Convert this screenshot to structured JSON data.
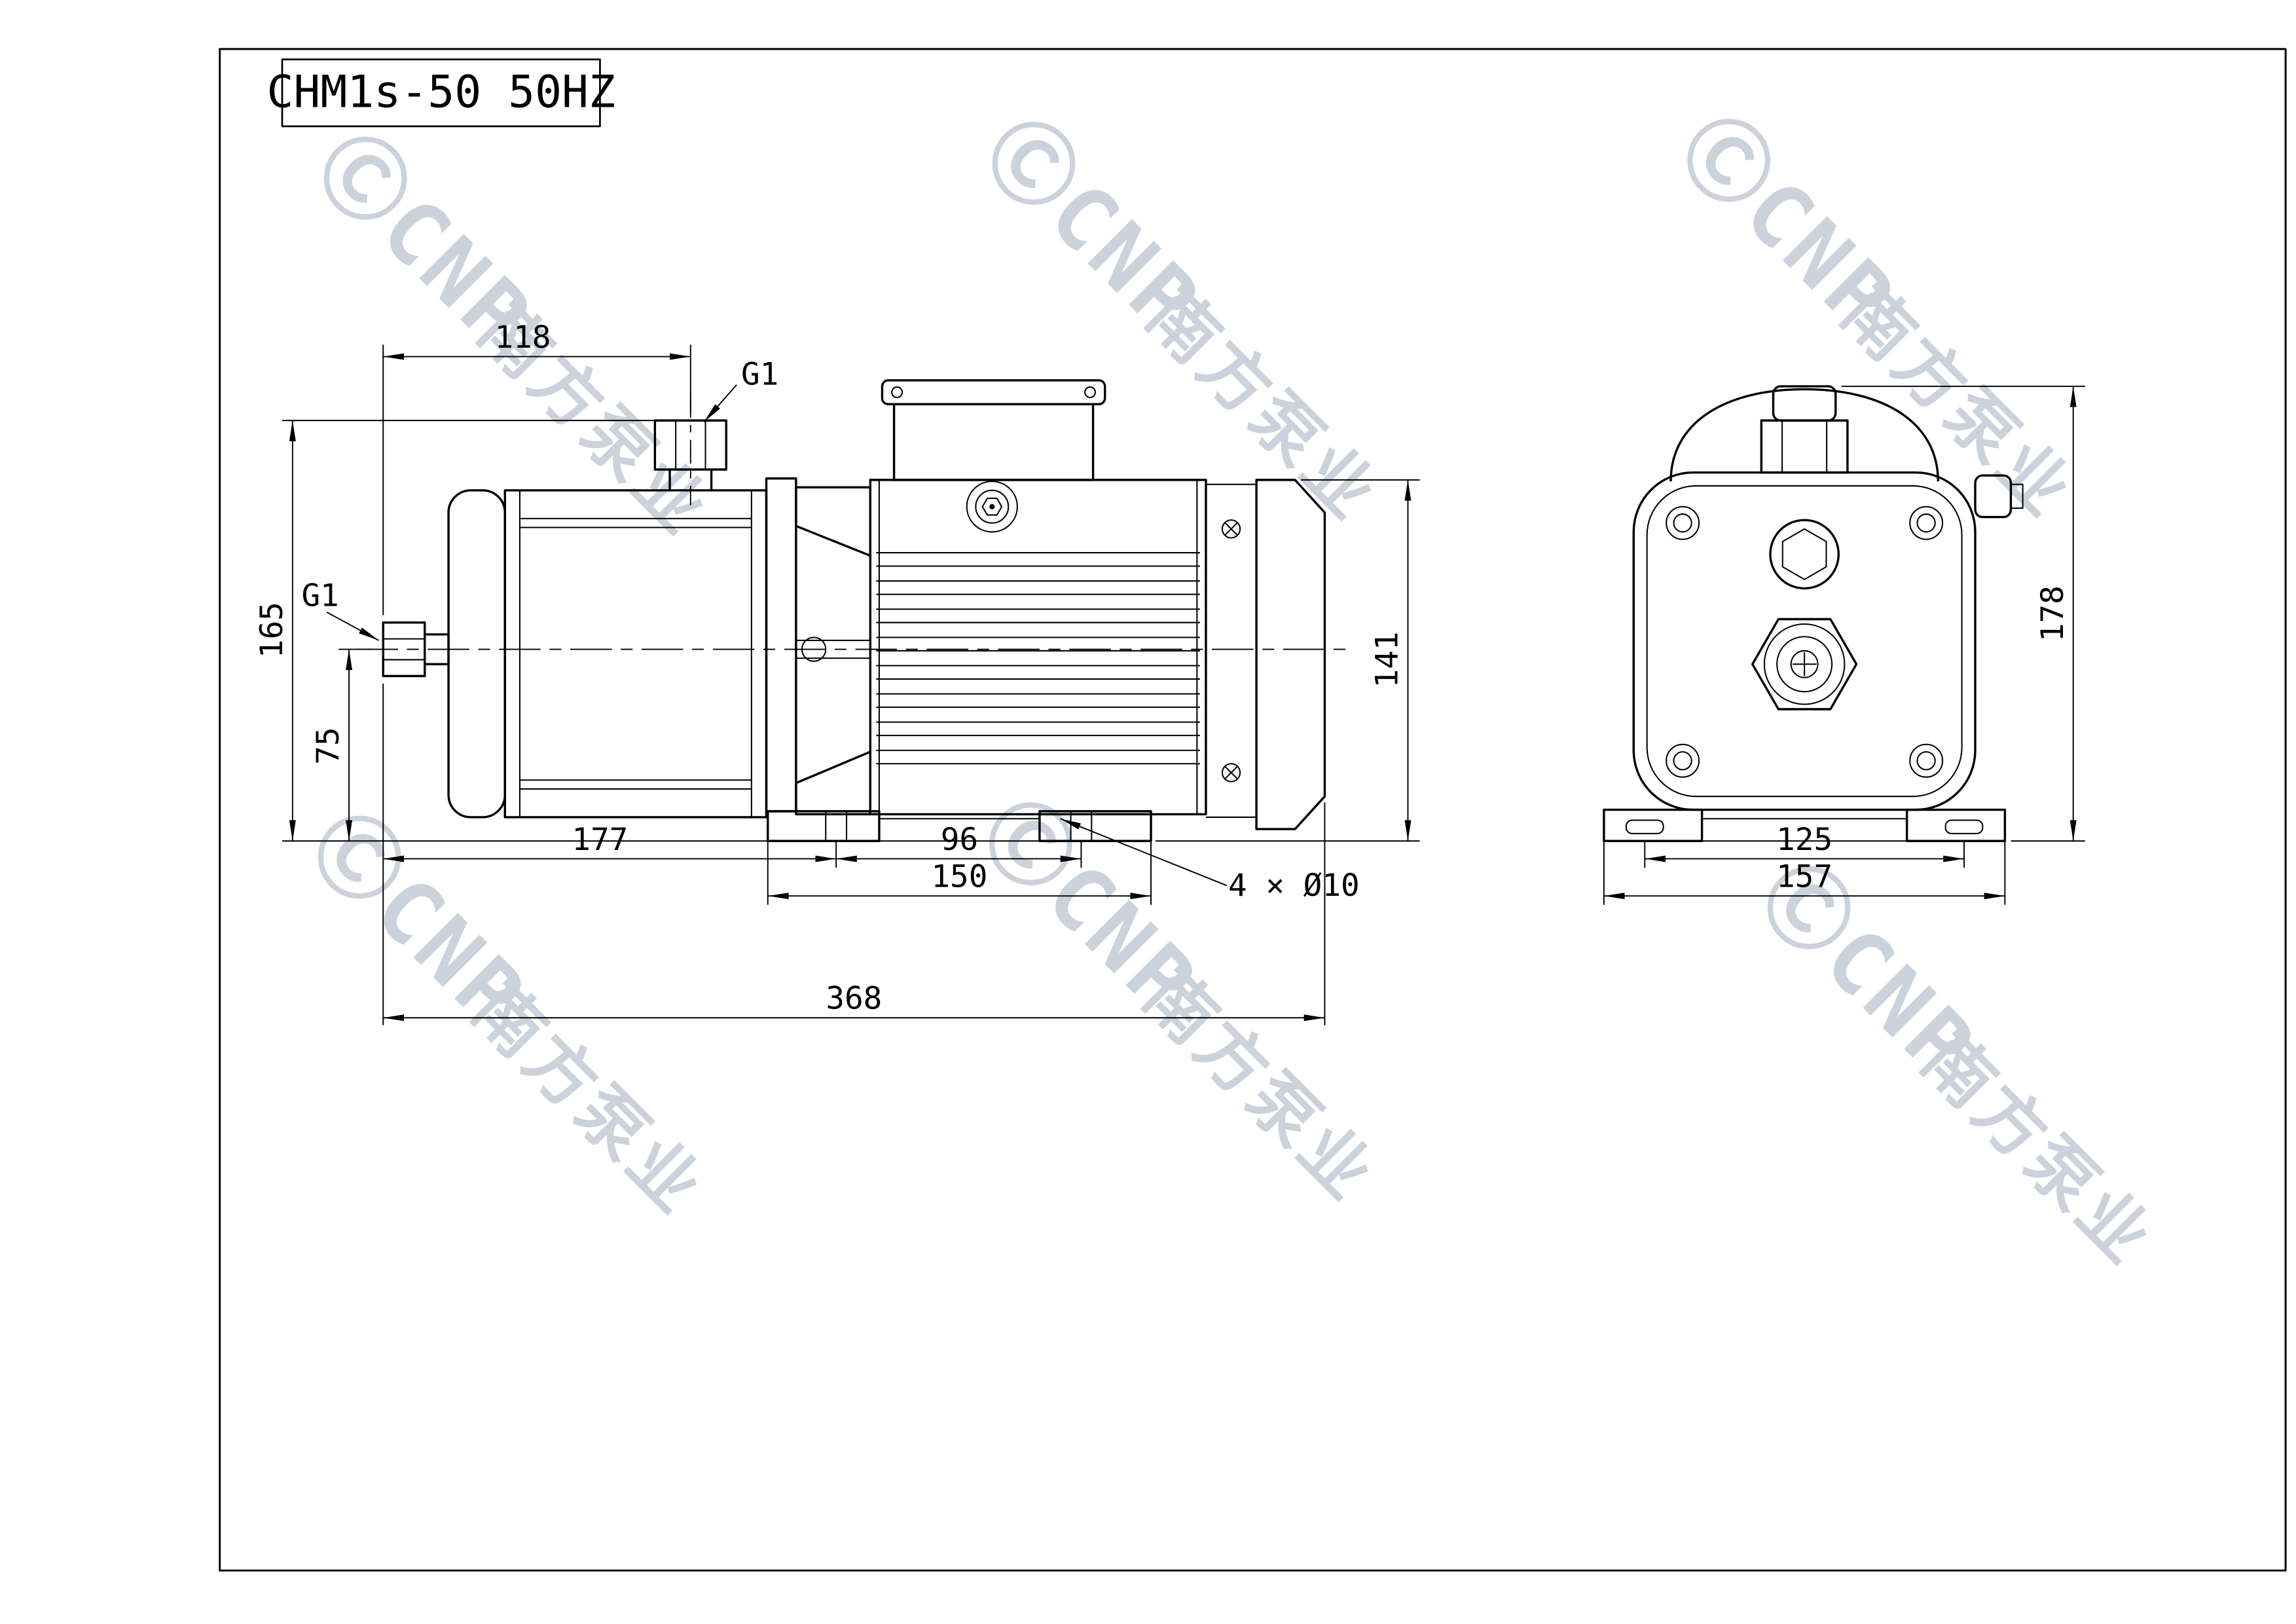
{
  "title_block": {
    "model": "CHM1s-50 50HZ"
  },
  "watermark": {
    "brand": "ⒸCNP",
    "chinese": "南方泵业"
  },
  "side_view": {
    "dim_width_top": "118",
    "dim_port_top": "G1",
    "dim_port_side": "G1",
    "dim_total_height": "165",
    "dim_inlet_height": "75",
    "dim_face_to_hole": "177",
    "dim_hole_spacing": "96",
    "dim_base_length": "150",
    "dim_total_length": "368",
    "dim_motor_height": "141",
    "dim_mounting_holes": "4 × Ø10"
  },
  "end_view": {
    "dim_total_height": "178",
    "dim_slot_spacing": "125",
    "dim_base_width": "157"
  }
}
